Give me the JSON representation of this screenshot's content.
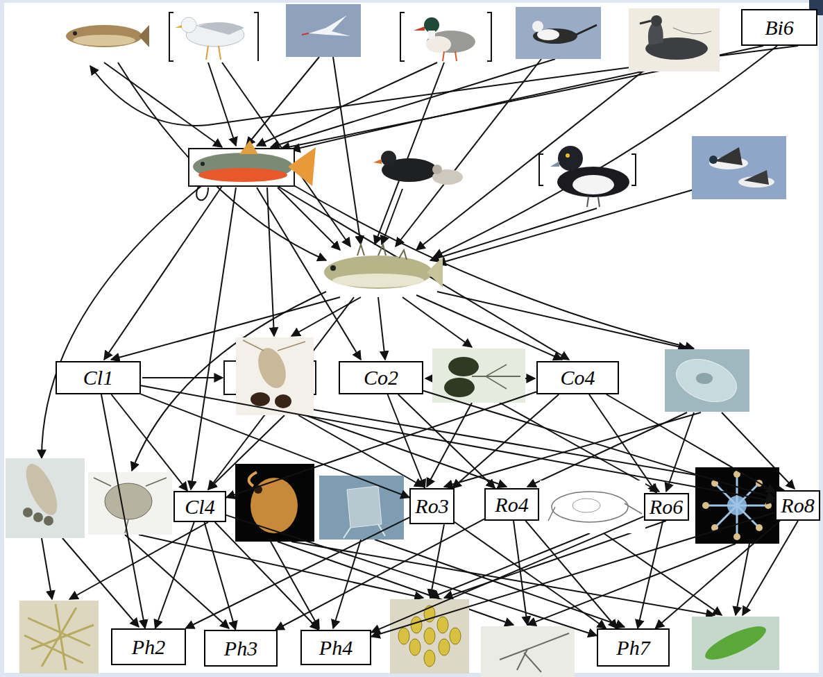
{
  "diagram": {
    "nodes": [
      {
        "text": [
          "Bi6"
        ]
      },
      {
        "text": [
          "Cl1"
        ]
      },
      {
        "text": [
          "Co2"
        ]
      },
      {
        "text": [
          "Co4"
        ]
      },
      {
        "text": [
          "Cl4"
        ]
      },
      {
        "text": [
          "Ro3"
        ]
      },
      {
        "text": [
          "Ro4"
        ]
      },
      {
        "text": [
          "Ro6"
        ]
      },
      {
        "text": [
          "Ro8"
        ]
      },
      {
        "text": [
          "Ph2"
        ]
      },
      {
        "text": [
          "Ph3"
        ]
      },
      {
        "text": [
          "Ph4"
        ]
      },
      {
        "text": [
          "Ph7"
        ]
      }
    ],
    "edges": [
      {
        "from": 1,
        "to": 4,
        "arrow": "to"
      },
      {
        "from": 1,
        "to": 5,
        "arrow": "to"
      },
      {
        "from": 1,
        "to": 8,
        "arrow": "to"
      },
      {
        "from": 1,
        "to": 9,
        "arrow": "to"
      },
      {
        "from": 2,
        "to": 5,
        "arrow": "to"
      },
      {
        "from": 2,
        "to": 6,
        "arrow": "to"
      },
      {
        "from": 2,
        "to": 8,
        "arrow": "to"
      },
      {
        "from": 3,
        "to": 4,
        "arrow": "to"
      },
      {
        "from": 3,
        "to": 5,
        "arrow": "to"
      },
      {
        "from": 3,
        "to": 7,
        "arrow": "to"
      },
      {
        "from": 3,
        "to": 8,
        "arrow": "to"
      },
      {
        "from": 4,
        "to": 9,
        "arrow": "to"
      },
      {
        "from": 4,
        "to": 10,
        "arrow": "to"
      },
      {
        "from": 4,
        "to": 11,
        "arrow": "to"
      },
      {
        "from": 4,
        "to": 12,
        "arrow": "to"
      },
      {
        "from": 5,
        "to": 9,
        "arrow": "to"
      },
      {
        "from": 5,
        "to": 12,
        "arrow": "to"
      },
      {
        "from": 6,
        "to": 10,
        "arrow": "to"
      },
      {
        "from": 6,
        "to": 12,
        "arrow": "to"
      },
      {
        "from": 7,
        "to": 11,
        "arrow": "to"
      },
      {
        "from": 7,
        "to": 12,
        "arrow": "to"
      },
      {
        "from": 8,
        "to": 11,
        "arrow": "to"
      },
      {
        "from": 8,
        "to": 12,
        "arrow": "to"
      }
    ]
  }
}
